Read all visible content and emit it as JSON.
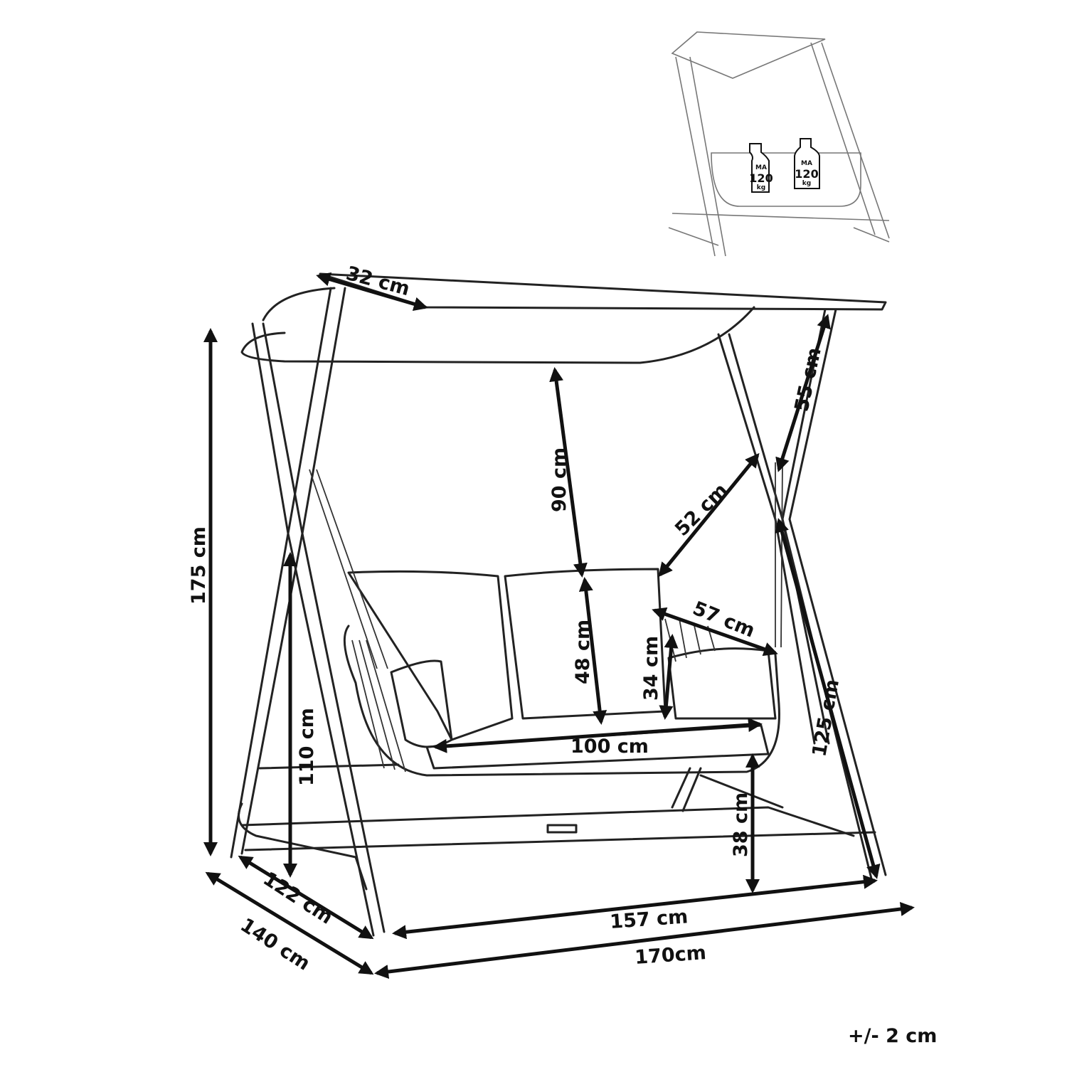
{
  "dimensions": {
    "canopy_depth": "32 cm",
    "canopy_to_arm": "55 cm",
    "canopy_to_backrest": "90 cm",
    "chain_length": "52 cm",
    "total_height": "175 cm",
    "backrest_height": "48 cm",
    "seat_depth": "57 cm",
    "armrest_height": "34 cm",
    "leg_length": "125 cm",
    "backrest_top_height": "110 cm",
    "seat_width": "100 cm",
    "seat_height": "38 cm",
    "inner_depth": "122 cm",
    "outer_depth": "140 cm",
    "inner_width": "157 cm",
    "outer_width": "170cm"
  },
  "tolerance": "+/- 2 cm",
  "inset": {
    "weights": [
      {
        "label": "MA",
        "value": "120",
        "unit": "kg"
      },
      {
        "label": "MA",
        "value": "120",
        "unit": "kg"
      }
    ]
  }
}
